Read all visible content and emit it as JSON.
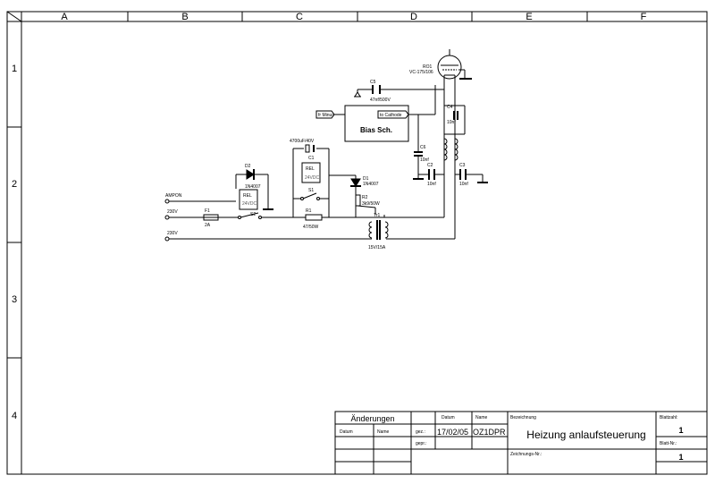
{
  "grid": {
    "columns": [
      "A",
      "B",
      "C",
      "D",
      "E",
      "F"
    ],
    "rows": [
      "1",
      "2",
      "3",
      "4"
    ]
  },
  "components": {
    "tube": {
      "ref": "RO1",
      "part": "VC-175/106"
    },
    "c5": {
      "ref": "C5",
      "value": "47nf/500V"
    },
    "bias_block": {
      "label": "Bias Sch.",
      "in_minus": "fr Minus",
      "out_cathode": "to Cathode"
    },
    "c4": {
      "ref": "C4",
      "value": "10nf"
    },
    "c6": {
      "ref": "C6",
      "value": "10nf"
    },
    "c2": {
      "ref": "C2",
      "value": "10nf"
    },
    "c3": {
      "ref": "C3",
      "value": "10nf"
    },
    "c1": {
      "ref": "C1",
      "value": "4700uF/40V"
    },
    "rel1": {
      "ref": "REL",
      "rating": "24VDC"
    },
    "rel2": {
      "ref": "REL",
      "rating": "24VDC"
    },
    "d1": {
      "ref": "D1",
      "part": "1N4007"
    },
    "d2": {
      "ref": "D2",
      "part": "1N4007"
    },
    "s1": {
      "ref": "S1"
    },
    "s2": {
      "ref": "S2"
    },
    "r1": {
      "ref": "R1",
      "value": "47/50W"
    },
    "r2": {
      "ref": "R2",
      "value": "3k9/50W"
    },
    "f1": {
      "ref": "F1",
      "value": "2A"
    },
    "tr1": {
      "ref": "Tr1",
      "value": "15V/15A"
    },
    "terminals": {
      "ampon": "AMPON",
      "l230a": "230V",
      "l230b": "230V"
    }
  },
  "title_block": {
    "changes_header": "Änderungen",
    "col_date": "Datum",
    "col_name": "Name",
    "drawn_label": "gez.:",
    "checked_label": "gepr.:",
    "date_header": "Datum",
    "name_header": "Name",
    "drawn_date": "17/02/05",
    "drawn_name": "OZ1DPR",
    "designation_label": "Bezeichnung",
    "title": "Heizung anlaufsteuerung",
    "drawing_no_label": "Zeichnungs-Nr.:",
    "sheet_count_label": "Blattzahl:",
    "sheet_count": "1",
    "sheet_no_label": "Blatt-Nr.:",
    "sheet_no": "1"
  }
}
